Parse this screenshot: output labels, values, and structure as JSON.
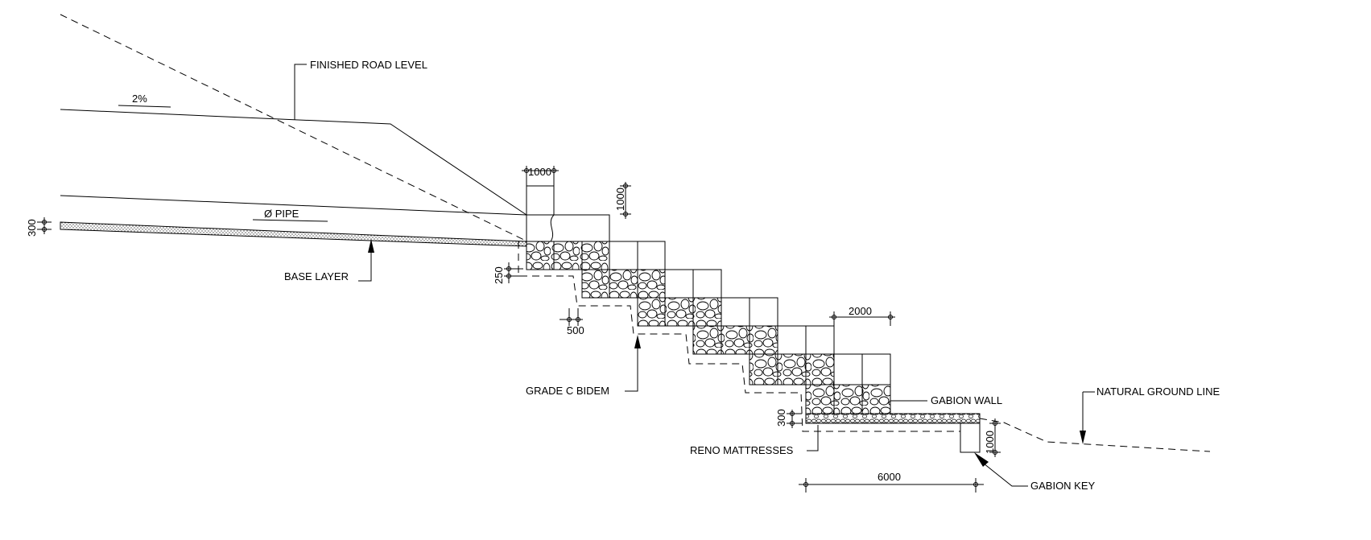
{
  "labels": {
    "finished_road_level": "FINISHED ROAD LEVEL",
    "slope": "2%",
    "pipe": "Ø PIPE",
    "base_layer": "BASE LAYER",
    "grade_c_bidem": "GRADE C BIDEM",
    "gabion_wall": "GABION WALL",
    "natural_ground_line": "NATURAL GROUND LINE",
    "reno_mattresses": "RENO MATTRESSES",
    "gabion_key": "GABION KEY"
  },
  "dimensions": {
    "top_box_width": "1000",
    "top_box_height": "1000",
    "base_layer_thickness": "300",
    "bidem_offset": "250",
    "bidem_step": "500",
    "step_width": "2000",
    "reno_thickness": "300",
    "key_depth": "1000",
    "reno_length": "6000"
  }
}
